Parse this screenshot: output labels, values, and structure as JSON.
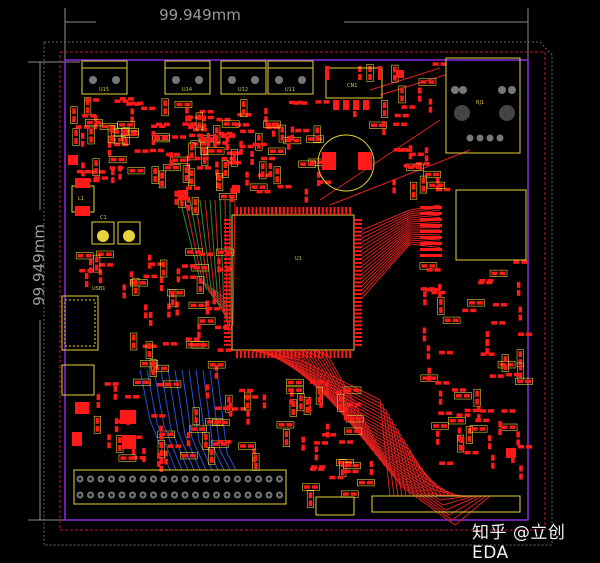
{
  "dimensions": {
    "width_label": "99.949mm",
    "height_label": "99.949mm"
  },
  "components": {
    "terminals": [
      "U15",
      "U14",
      "U12",
      "U11"
    ],
    "connector": "CN1",
    "ethernet": "RJ1",
    "mcu": "U1",
    "inductor": "L1",
    "usb": "USB1",
    "cap": "C1"
  },
  "colors": {
    "background": "#000000",
    "board_outline": "#8a2be2",
    "keepout": "#c0182b",
    "pad": "#ff1a1a",
    "silkscreen": "#e6d23c",
    "trace_top": "#e0201e",
    "trace_bottom": "#2a4fd6",
    "dimension": "#8c8c8c"
  },
  "watermark": "知乎 @立创EDA"
}
